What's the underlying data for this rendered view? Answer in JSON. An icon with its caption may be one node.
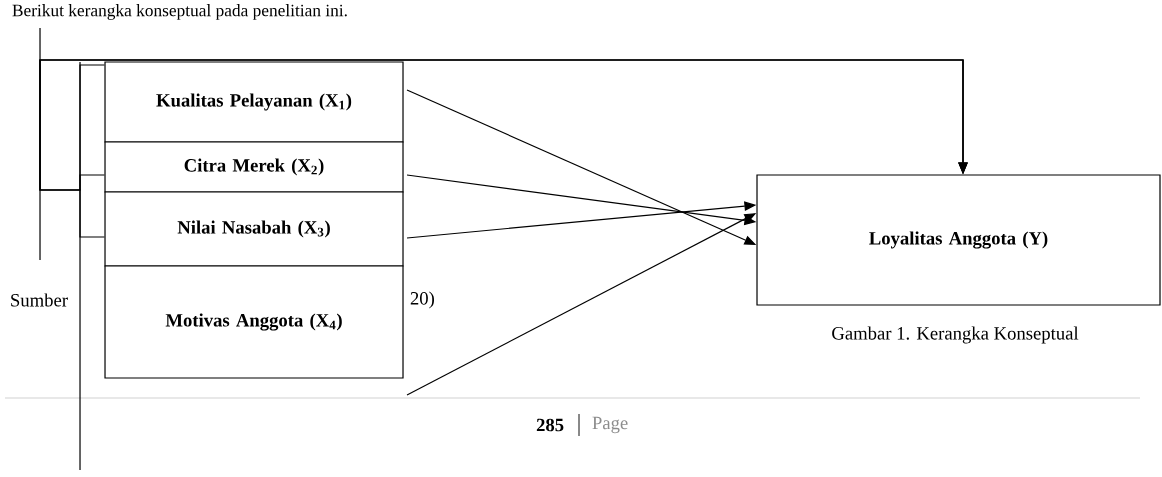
{
  "diagram": {
    "nodes": [
      {
        "text": [
          "Kualitas Pelayanan (X$_{1}$)"
        ]
      },
      {
        "text": [
          "Citra Merek (X$_{2}$)"
        ]
      },
      {
        "text": [
          "Nilai Nasabah (X$_{3}$)"
        ]
      },
      {
        "text": [
          "Motivas Anggota (X$_{4}$)"
        ]
      },
      {
        "text": [
          "Loyalitas Anggota (Y)"
        ]
      }
    ],
    "edges": [
      {
        "from": 0,
        "to": 4,
        "arrow": "to"
      },
      {
        "from": 1,
        "to": 4,
        "arrow": "to"
      },
      {
        "from": 2,
        "to": 4,
        "arrow": "to"
      },
      {
        "from": 3,
        "to": 4,
        "arrow": "to"
      },
      {
        "from": 0,
        "to": 4,
        "arrow": "to"
      },
      {
        "from": 1,
        "to": 4,
        "arrow": "to"
      },
      {
        "from": 2,
        "to": 4,
        "arrow": "to"
      }
    ],
    "labels": [
      "Berikut kerangka konseptual pada penelitian ini.",
      "Gambar 1. Kerangka Konseptual",
      "Sumber",
      "20)",
      "285",
      "Page"
    ]
  }
}
